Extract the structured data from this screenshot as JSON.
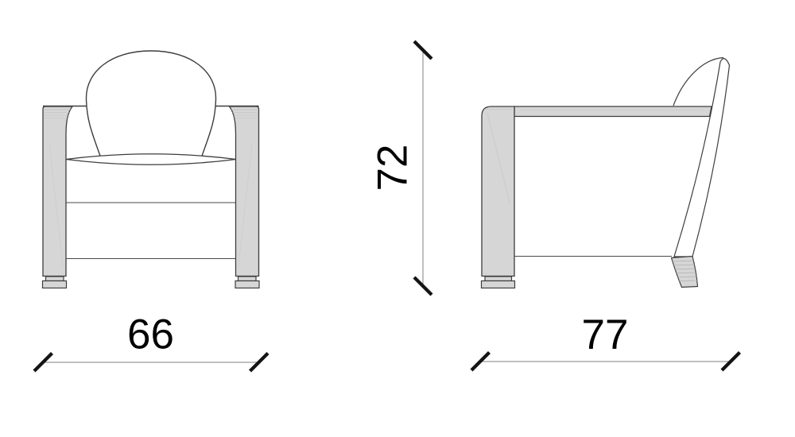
{
  "drawing": {
    "type": "furniture-dimension-diagram",
    "subject": "armchair",
    "dimensions": {
      "width": {
        "value": "66"
      },
      "height": {
        "value": "72"
      },
      "depth": {
        "value": "77"
      }
    },
    "colors": {
      "background": "#ffffff",
      "outline": "#3d3d3d",
      "panel_fill": "#d6d6d6",
      "panel_grain": "#c3c3c3",
      "foot_hatch": "#b3b3b3",
      "dimension_line": "#808080",
      "tick": "#141414",
      "text": "#000000"
    }
  }
}
